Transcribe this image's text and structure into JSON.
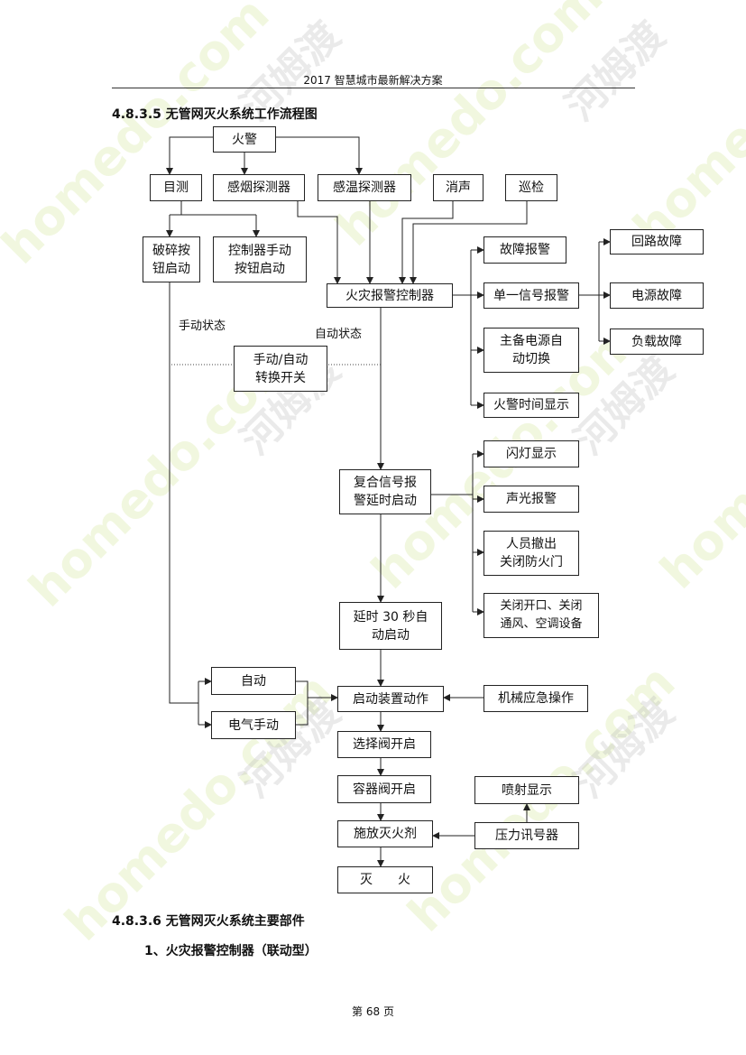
{
  "header": {
    "title": "2017 智慧城市最新解决方案"
  },
  "section1": {
    "heading": "4.8.3.5 无管网灭火系统工作流程图"
  },
  "flow": {
    "fire_alarm": "火警",
    "visual": "目测",
    "smoke_detector": "感烟探测器",
    "temp_detector": "感温探测器",
    "silence": "消声",
    "patrol": "巡检",
    "break_button": "破碎按\n钮启动",
    "ctrl_button": "控制器手动\n按钮启动",
    "alarm_controller": "火灾报警控制器",
    "manual_state": "手动状态",
    "auto_state": "自动状态",
    "mode_switch": "手动/自动\n转换开关",
    "fault_alarm": "故障报警",
    "single_signal": "单一信号报警",
    "power_switch": "主备电源自\n动切换",
    "time_display": "火警时间显示",
    "loop_fault": "回路故障",
    "power_fault": "电源故障",
    "load_fault": "负载故障",
    "compound_signal": "复合信号报\n警延时启动",
    "flash_display": "闪灯显示",
    "sound_light": "声光报警",
    "evacuate": "人员撤出\n关闭防火门",
    "close_openings": "关闭开口、关闭\n通风、空调设备",
    "delay_30": "延时 30 秒自\n动启动",
    "auto": "自动",
    "electric_manual": "电气手动",
    "start_device": "启动装置动作",
    "mech_emergency": "机械应急操作",
    "selector_valve": "选择阀开启",
    "container_valve": "容器阀开启",
    "spray_display": "喷射显示",
    "release_agent": "施放灭火剂",
    "pressure_switch": "压力讯号器",
    "extinguish": "灭　　火"
  },
  "section2": {
    "heading": "4.8.3.6 无管网灭火系统主要部件"
  },
  "subsection": {
    "heading": "1、火灾报警控制器（联动型）"
  },
  "footer": {
    "page": "第 68 页"
  },
  "watermark": {
    "text1": "homedo.com",
    "text2": "河姆渡"
  }
}
